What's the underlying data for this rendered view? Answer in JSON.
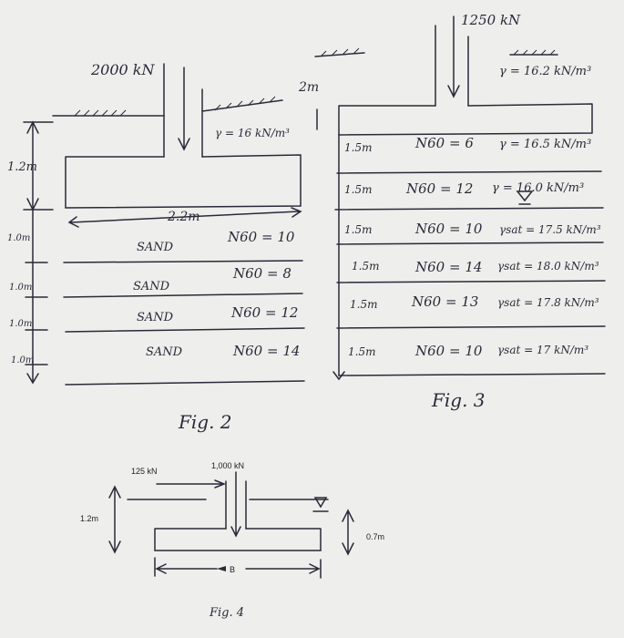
{
  "fig2": {
    "load": "2000 kN",
    "depth": "1.2m",
    "gamma": "γ = 16 kN/m³",
    "width": "2.2m",
    "layer_thickness": [
      "1.0m",
      "1.0m",
      "1.0m",
      "1.0m"
    ],
    "layers": [
      {
        "soil": "SAND",
        "n60": "N60 = 10"
      },
      {
        "soil": "SAND",
        "n60": "N60 = 8"
      },
      {
        "soil": "SAND",
        "n60": "N60 = 12"
      },
      {
        "soil": "SAND",
        "n60": "N60 = 14"
      }
    ],
    "caption": "Fig. 2"
  },
  "fig3": {
    "load": "1250 kN",
    "width": "2m",
    "gamma_top": "γ = 16.2 kN/m³",
    "layers": [
      {
        "thickness": "1.5m",
        "n60": "N60 = 6",
        "gamma": "γ = 16.5 kN/m³"
      },
      {
        "thickness": "1.5m",
        "n60": "N60 = 12",
        "gamma": "γ = 16.0 kN/m³"
      },
      {
        "thickness": "1.5m",
        "n60": "N60 = 10",
        "gamma": "γsat = 17.5 kN/m³"
      },
      {
        "thickness": "1.5m",
        "n60": "N60 = 14",
        "gamma": "γsat = 18.0 kN/m³"
      },
      {
        "thickness": "1.5m",
        "n60": "N60 = 13",
        "gamma": "γsat = 17.8 kN/m³"
      },
      {
        "thickness": "1.5m",
        "n60": "N60 = 10",
        "gamma": "γsat = 17 kN/m³"
      }
    ],
    "caption": "Fig. 3"
  },
  "fig4": {
    "horizontal_load": "125 kN",
    "vertical_load": "1,000 kN",
    "depth": "1.2m",
    "water_depth": "0.7m",
    "width": "B",
    "caption": "Fig. 4"
  }
}
